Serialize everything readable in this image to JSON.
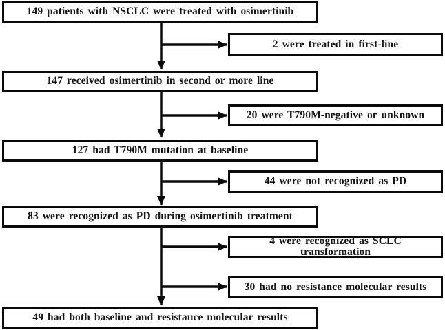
{
  "figure": {
    "type": "patient-flow-diagram",
    "background_color": "#ffffff",
    "line_color": "#0a0a0a",
    "text_color": "#141414",
    "flow": {
      "main": [
        "149 patients with NSCLC were treated with osimertinib",
        "147 received osimertinib in second or more line",
        "127 had T790M mutation at baseline",
        "83 were recognized as PD during osimertinib treatment",
        "49 had both baseline and resistance molecular results"
      ],
      "side": [
        "2 were treated in first-line",
        "20 were T790M-negative or unknown",
        "44 were not recognized as PD",
        "4 were recognized as SCLC transformation",
        "30 had no resistance molecular results"
      ]
    }
  }
}
